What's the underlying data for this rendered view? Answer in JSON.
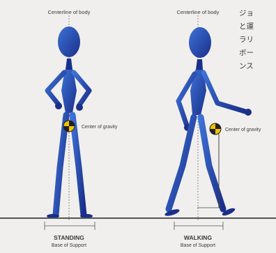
{
  "figures": [
    {
      "centerline_label": "Centerline of body",
      "gravity_label": "Center of gravity",
      "posture_label": "STANDING",
      "base_label": "Base of Support"
    },
    {
      "centerline_label": "Centerline of body",
      "gravity_label": "Center of gravity",
      "posture_label": "WALKING",
      "base_label": "Base of Support"
    }
  ],
  "side_text": [
    "ジョ",
    "と運",
    "ラリ",
    "ボー",
    "ンス"
  ],
  "colors": {
    "figure_dark": "#1a2f8a",
    "figure_light": "#3d72d6",
    "gravity_marker": "#f2c200",
    "ground": "#555555",
    "background": "#f1efed"
  }
}
